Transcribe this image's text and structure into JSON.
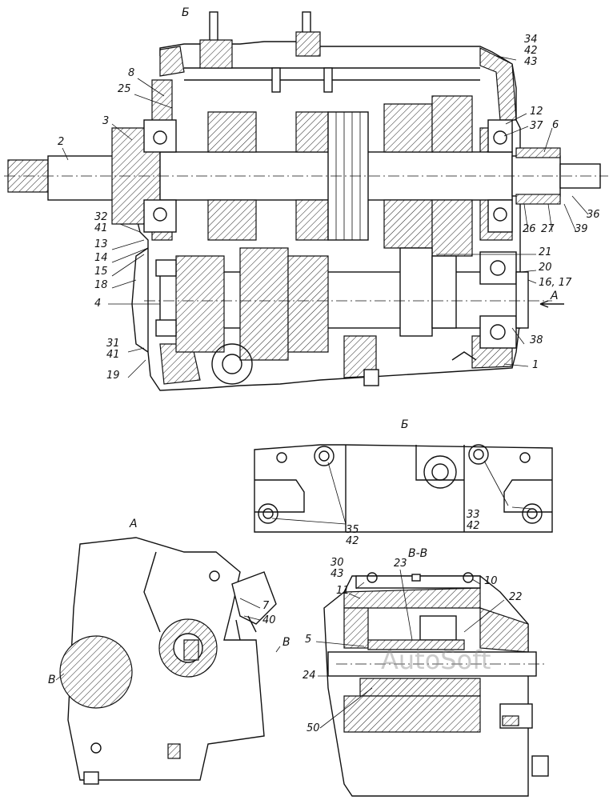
{
  "views": {
    "b": "Б",
    "b_arrow_top": "Б",
    "a": "А",
    "a_arrow": "А",
    "vv": "В-В",
    "v_arrow_left": "В",
    "v_arrow_right": "В"
  },
  "callouts": {
    "n34_42_43": [
      "34",
      "42",
      "43"
    ],
    "n8": "8",
    "n25": "25",
    "n3": "3",
    "n2": "2",
    "n32_41": [
      "32",
      "41"
    ],
    "n13": "13",
    "n14": "14",
    "n15": "15",
    "n18": "18",
    "n4": "4",
    "n31_41": [
      "31",
      "41"
    ],
    "n19": "19",
    "n12": "12",
    "n37": "37",
    "n6": "6",
    "n36": "36",
    "n26": "26",
    "n27": "27",
    "n39": "39",
    "n21": "21",
    "n20": "20",
    "n16_17": "16, 17",
    "n38": "38",
    "n1": "1",
    "n35_42": [
      "35",
      "42"
    ],
    "n33_42": [
      "33",
      "42"
    ],
    "n7": "7",
    "n40": "40",
    "n30_43": [
      "30",
      "43"
    ],
    "n23": "23",
    "n10": "10",
    "n11": "11",
    "n22": "22",
    "n5": "5",
    "n24": "24",
    "n50": "50"
  },
  "watermark": "AutoSoft"
}
